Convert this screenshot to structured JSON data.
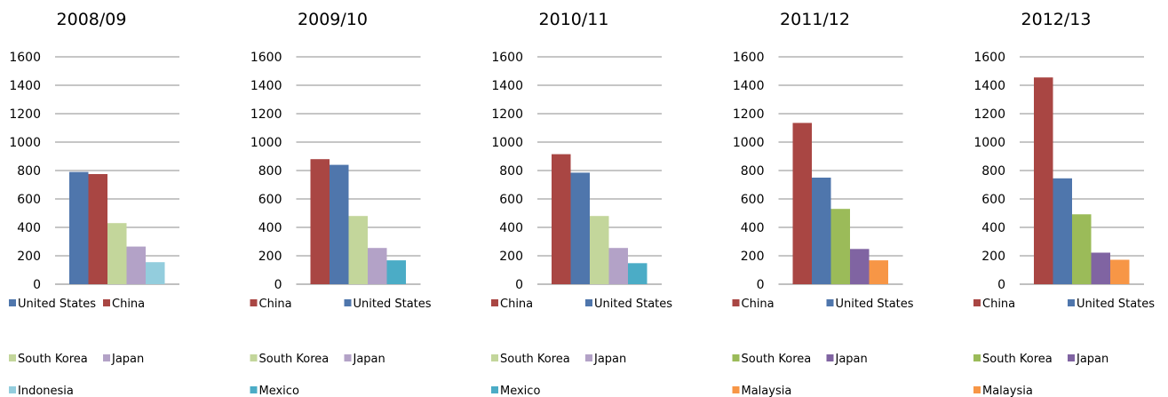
{
  "chart_data": [
    {
      "type": "bar",
      "title": "2008/09",
      "ylim": [
        0,
        1600
      ],
      "yticks": [
        0,
        200,
        400,
        600,
        800,
        1000,
        1200,
        1400,
        1600
      ],
      "grid": true,
      "legend": "bottom",
      "series": [
        {
          "name": "United States",
          "value": 790,
          "color": "#4F76AC"
        },
        {
          "name": "China",
          "value": 775,
          "color": "#A94643"
        },
        {
          "name": "South Korea",
          "value": 430,
          "color": "#C3D69B"
        },
        {
          "name": "Japan",
          "value": 265,
          "color": "#B3A2C7"
        },
        {
          "name": "Indonesia",
          "value": 155,
          "color": "#93CDDD"
        }
      ]
    },
    {
      "type": "bar",
      "title": "2009/10",
      "ylim": [
        0,
        1600
      ],
      "yticks": [
        0,
        200,
        400,
        600,
        800,
        1000,
        1200,
        1400,
        1600
      ],
      "grid": true,
      "legend": "bottom",
      "series": [
        {
          "name": "China",
          "value": 880,
          "color": "#A94643"
        },
        {
          "name": "United States",
          "value": 840,
          "color": "#4F76AC"
        },
        {
          "name": "South Korea",
          "value": 480,
          "color": "#C3D69B"
        },
        {
          "name": "Japan",
          "value": 255,
          "color": "#B3A2C7"
        },
        {
          "name": "Mexico",
          "value": 168,
          "color": "#4BACC6"
        }
      ]
    },
    {
      "type": "bar",
      "title": "2010/11",
      "ylim": [
        0,
        1600
      ],
      "yticks": [
        0,
        200,
        400,
        600,
        800,
        1000,
        1200,
        1400,
        1600
      ],
      "grid": true,
      "legend": "bottom",
      "series": [
        {
          "name": "China",
          "value": 915,
          "color": "#A94643"
        },
        {
          "name": "United States",
          "value": 785,
          "color": "#4F76AC"
        },
        {
          "name": "South Korea",
          "value": 480,
          "color": "#C3D69B"
        },
        {
          "name": "Japan",
          "value": 255,
          "color": "#B3A2C7"
        },
        {
          "name": "Mexico",
          "value": 148,
          "color": "#4BACC6"
        }
      ]
    },
    {
      "type": "bar",
      "title": "2011/12",
      "ylim": [
        0,
        1600
      ],
      "yticks": [
        0,
        200,
        400,
        600,
        800,
        1000,
        1200,
        1400,
        1600
      ],
      "grid": true,
      "legend": "bottom",
      "series": [
        {
          "name": "China",
          "value": 1135,
          "color": "#A94643"
        },
        {
          "name": "United States",
          "value": 750,
          "color": "#4F76AC"
        },
        {
          "name": "South Korea",
          "value": 530,
          "color": "#9BBB59"
        },
        {
          "name": "Japan",
          "value": 248,
          "color": "#8064A2"
        },
        {
          "name": "Malaysia",
          "value": 168,
          "color": "#F79646"
        }
      ]
    },
    {
      "type": "bar",
      "title": "2012/13",
      "ylim": [
        0,
        1600
      ],
      "yticks": [
        0,
        200,
        400,
        600,
        800,
        1000,
        1200,
        1400,
        1600
      ],
      "grid": true,
      "legend": "bottom",
      "series": [
        {
          "name": "China",
          "value": 1455,
          "color": "#A94643"
        },
        {
          "name": "United States",
          "value": 745,
          "color": "#4F76AC"
        },
        {
          "name": "South Korea",
          "value": 492,
          "color": "#9BBB59"
        },
        {
          "name": "Japan",
          "value": 222,
          "color": "#8064A2"
        },
        {
          "name": "Malaysia",
          "value": 172,
          "color": "#F79646"
        }
      ]
    }
  ]
}
